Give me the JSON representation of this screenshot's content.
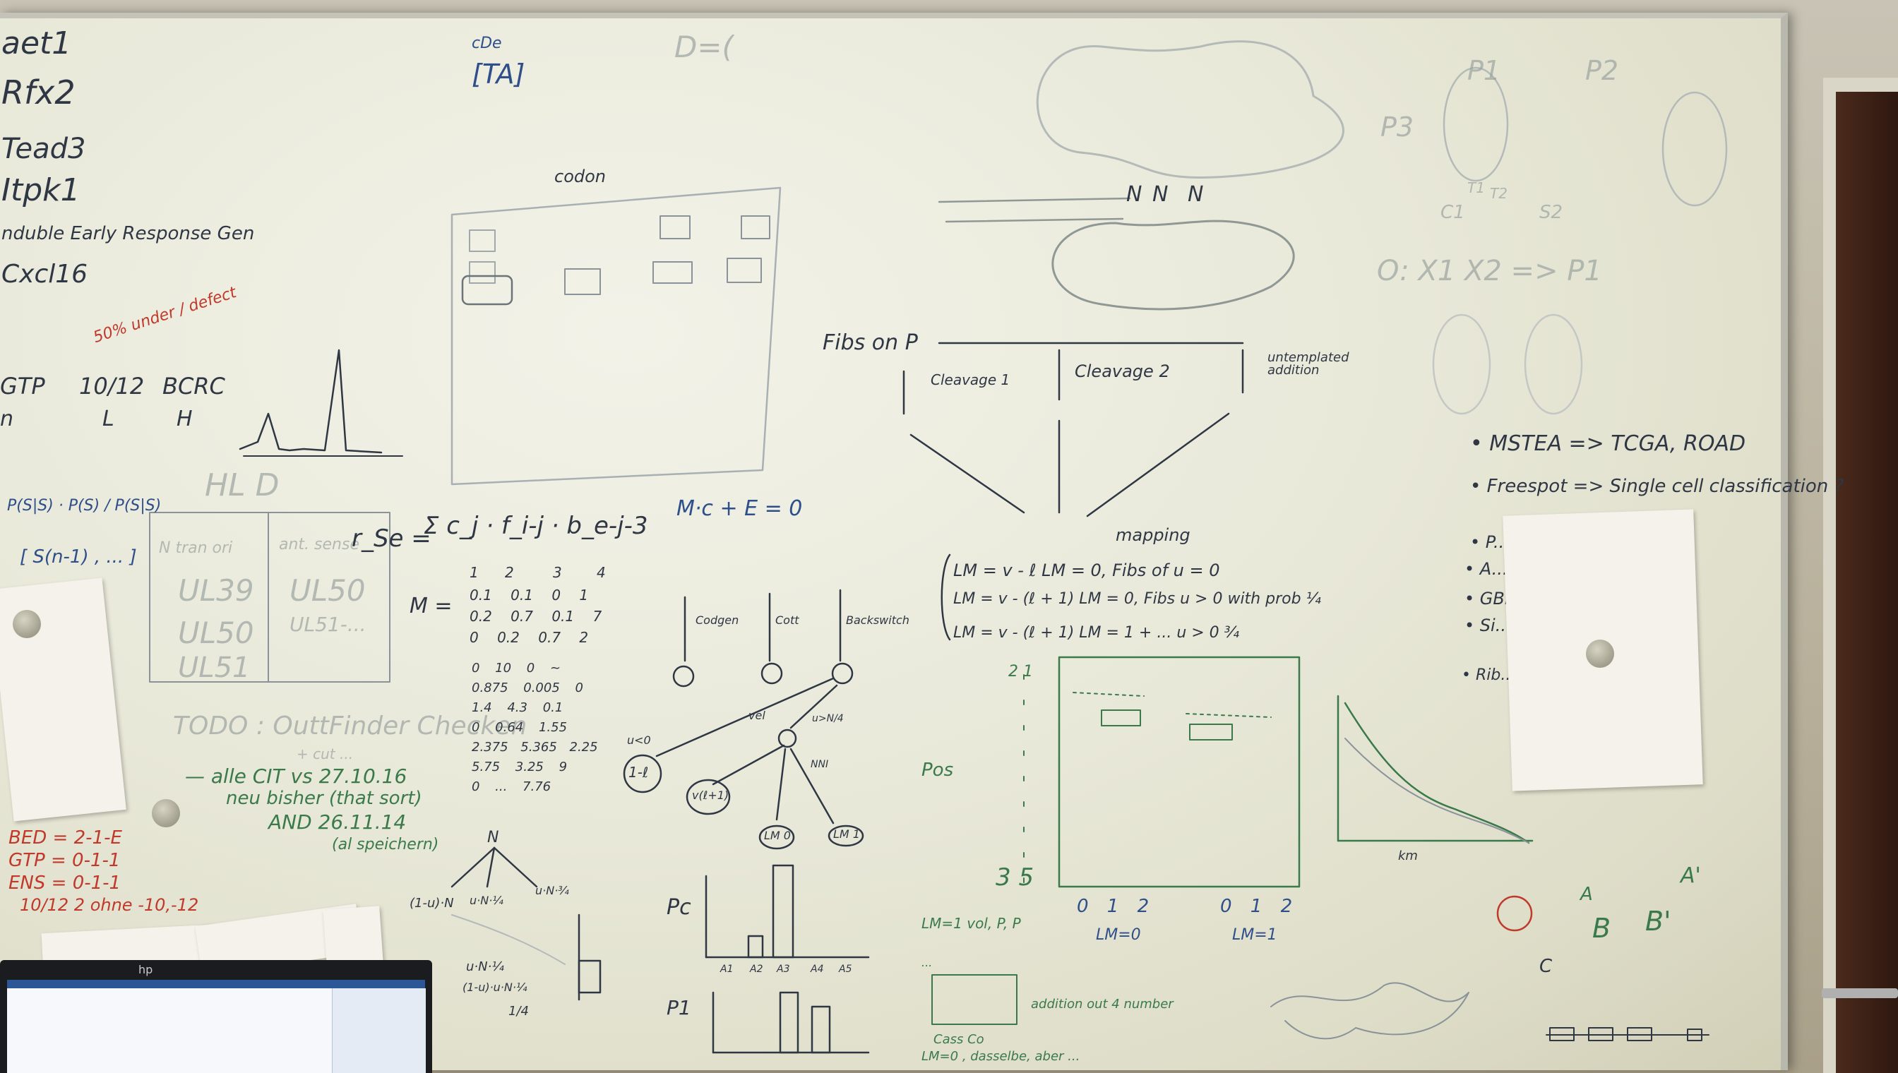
{
  "scene": {
    "type": "whiteboard photograph",
    "colors": {
      "black_marker": "#2f3744",
      "green_marker": "#3a7a4a",
      "red_marker": "#c0392b",
      "blue_marker": "#2e4f8a"
    }
  },
  "left_column": {
    "lines": [
      "aet1",
      "Rfx2",
      "Tead3",
      "Itpk1",
      "nduble Early Response Gen",
      "Cxcl16"
    ],
    "red_note": "50% under / defect",
    "gtp_row": [
      "GTP",
      "10/12",
      "BCRC"
    ],
    "gtp_row2": [
      "n",
      "L",
      "H"
    ],
    "codes": [
      "BED = 2-1-E",
      "GTP = 0-1-1",
      "ENS = 0-1-1"
    ],
    "red_code": "10/12 2 ohne -10,-12"
  },
  "formula_block": {
    "bayes": "P(S|S) · P(S) / P(S|S)",
    "bracket": "[ S(n-1) , ... ]",
    "hl": "HL D",
    "table_left": [
      "N tran ori",
      "UL39",
      "UL50",
      "UL51"
    ],
    "table_right": [
      "ant. sense",
      "UL50",
      "UL51-..."
    ],
    "todo": "TODO : OuttFinder Checken",
    "todo2": "+ cut ... ",
    "todo_green": [
      "— alle  CIT  vs  27.10.16",
      "neu bisher (that sort)",
      "AND  26.11.14",
      "(al speichern)"
    ]
  },
  "top_center": {
    "marks": [
      "cDe",
      "[TA]",
      "D=("
    ],
    "codon_label": "codon"
  },
  "sum_formula": {
    "rse": "r_Se =",
    "sum": "Σ c_j · f_i-j · b_e-j-3",
    "matrix_label": "M =",
    "row_head": [
      "1",
      "2",
      "3",
      "4"
    ],
    "rows": [
      "0.1 0.1  0  1",
      "0.2 0.7  0.1  7",
      "0  0.2  0.7  2"
    ],
    "col2": [
      "0  10   0  ~",
      "0.875 0.005  0",
      "1.4  4.3  0.1",
      "0  0.64  1.55",
      "2.375 5.365 2.25",
      "5.75  3.25  9",
      "0  ...  7.76"
    ]
  },
  "tree_center": {
    "equation": "M·c + E = 0",
    "labels": [
      "Codgen",
      "Cott",
      "Backswitch"
    ],
    "nodes": [
      "1-ℓ",
      "v(ℓ+1)",
      "LM 0",
      "LM 1"
    ],
    "edge_labels": [
      "u<0",
      "vel",
      "u>N/4",
      "NNI"
    ],
    "bottom": [
      "N",
      "(1-u)·N",
      "u·N·¼",
      "u·N·¾",
      "u·N·¼",
      "(1-u)·u·N·¼",
      "1/4"
    ]
  },
  "histograms": {
    "labels": [
      "Pc",
      "P1"
    ],
    "ticks": [
      "A1",
      "A2",
      "A3",
      "A4",
      "A5"
    ]
  },
  "right_center": {
    "top_labels": [
      "N",
      "N",
      "N"
    ],
    "fibs": "Fibs on P",
    "branches": [
      "Cleavage 1",
      "Cleavage 2",
      "untemplated addition"
    ],
    "mapping": "mapping",
    "lm_lines": [
      "LM = v - ℓ    LM = 0, Fibs of   u = 0",
      "LM = v - (ℓ + 1)    LM = 0, Fibs   u > 0   with prob ¼",
      "LM = v - (ℓ + 1)    LM = 1 + ...  u > 0   ¾"
    ],
    "axis": [
      "2 1",
      "3 5",
      "Pos"
    ],
    "bottom_ticks": [
      "0  1  2",
      "0  1  2"
    ],
    "bottom_labels": [
      "LM=0",
      "LM=1"
    ],
    "bottom_notes": [
      "LM=1 vol, P, P",
      "addition  out  4 number",
      "Cass  Co",
      "LM=0 , dasselbe, aber ...",
      "..."
    ]
  },
  "far_right": {
    "labels": [
      "P1",
      "P2",
      "P3",
      "T1",
      "T2",
      "C1",
      "S2",
      "O: X1 X2 => P1"
    ],
    "bullets": [
      "• MSTEA => TCGA, ROAD",
      "• Freespot => Single cell classification ?",
      "• P...",
      "• A...",
      "• GBL...",
      "• Si...",
      "• Rib..."
    ],
    "letters": [
      "A",
      "B",
      "B'",
      "A'",
      "C"
    ],
    "graph_label": "km"
  },
  "monitor": {
    "logo": "hp"
  }
}
